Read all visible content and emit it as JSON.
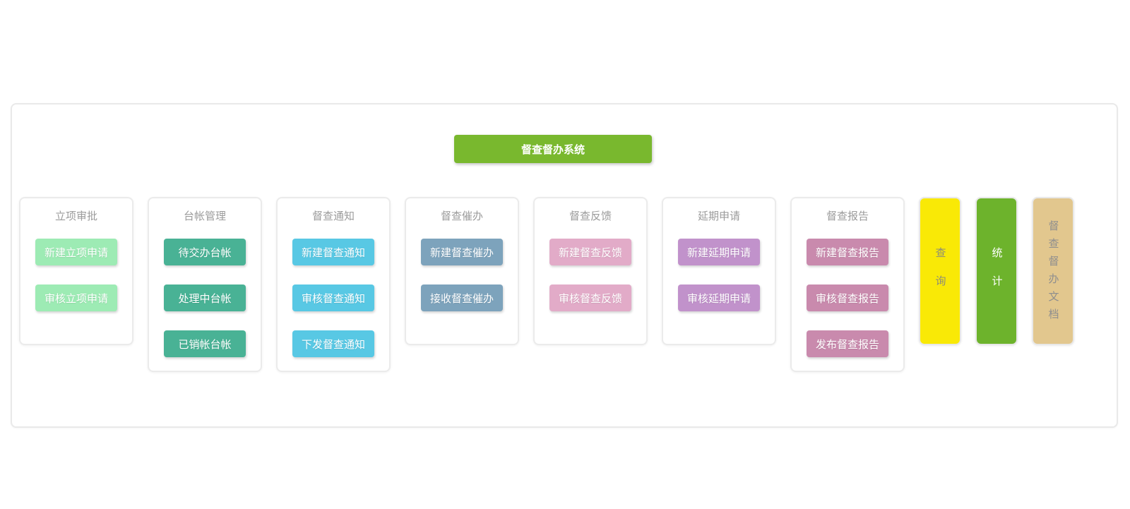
{
  "system": {
    "title": "督查督办系统",
    "color": "#79b82e"
  },
  "modules": [
    {
      "slug": "project-approval",
      "header": "立项审批",
      "color": "#9debb4",
      "buttons": [
        "新建立项申请",
        "审核立项申请"
      ]
    },
    {
      "slug": "ledger-management",
      "header": "台帐管理",
      "color": "#49b295",
      "buttons": [
        "待交办台帐",
        "处理中台帐",
        "已销帐台帐"
      ]
    },
    {
      "slug": "supervision-notice",
      "header": "督查通知",
      "color": "#58c8e4",
      "buttons": [
        "新建督查通知",
        "审核督查通知",
        "下发督查通知"
      ]
    },
    {
      "slug": "supervision-urging",
      "header": "督查催办",
      "color": "#7da3bc",
      "buttons": [
        "新建督查催办",
        "接收督查催办"
      ]
    },
    {
      "slug": "supervision-feedback",
      "header": "督查反馈",
      "color": "#e2abc8",
      "buttons": [
        "新建督查反馈",
        "审核督查反馈"
      ]
    },
    {
      "slug": "extension-request",
      "header": "延期申请",
      "color": "#c192cb",
      "buttons": [
        "新建延期申请",
        "审核延期申请"
      ]
    },
    {
      "slug": "supervision-report",
      "header": "督查报告",
      "color": "#c98aad",
      "buttons": [
        "新建督查报告",
        "审核督查报告",
        "发布督查报告"
      ]
    }
  ],
  "side_bars": [
    {
      "slug": "query",
      "label": "查询",
      "color": "#f9e906",
      "text_color": "#8b8b79"
    },
    {
      "slug": "statistics",
      "label": "统计",
      "color": "#6db32c",
      "text_color": "#ffffff"
    },
    {
      "slug": "supervision-documents",
      "label": "督查督办文档",
      "color": "#e2c78e",
      "text_color": "#8e8e8e"
    }
  ]
}
